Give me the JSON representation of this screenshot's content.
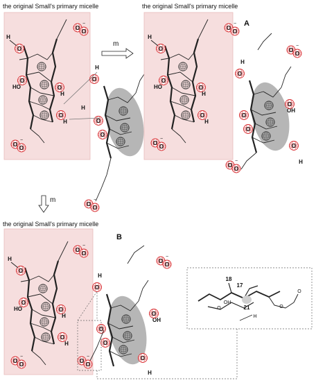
{
  "figure": {
    "panels": [
      {
        "id": "top-left",
        "caption": "the original Small's primary micelle",
        "letter": ""
      },
      {
        "id": "top-right",
        "caption": "the original Small's primary micelle",
        "letter": "A"
      },
      {
        "id": "bottom",
        "caption": "the original Small's primary micelle",
        "letter": "B"
      }
    ],
    "arrows": {
      "right_label": "m",
      "down_label": "m"
    },
    "atom_labels": {
      "oxygen": "O",
      "hydrogen": "H",
      "hydroxyl_left": "HO",
      "hydroxyl_right": "OH"
    },
    "inset": {
      "carbon_18": "18",
      "carbon_17": "17",
      "carbon_21": "21",
      "oh": "OH",
      "o": "O",
      "h": "H"
    },
    "colors": {
      "micelle_fill": "#f6dede",
      "micelle_border": "#e9bcbc",
      "oxygen": "#d8292d",
      "hydrophobic_ellipse": "#a9a9a9",
      "skeleton": "#222222"
    }
  }
}
